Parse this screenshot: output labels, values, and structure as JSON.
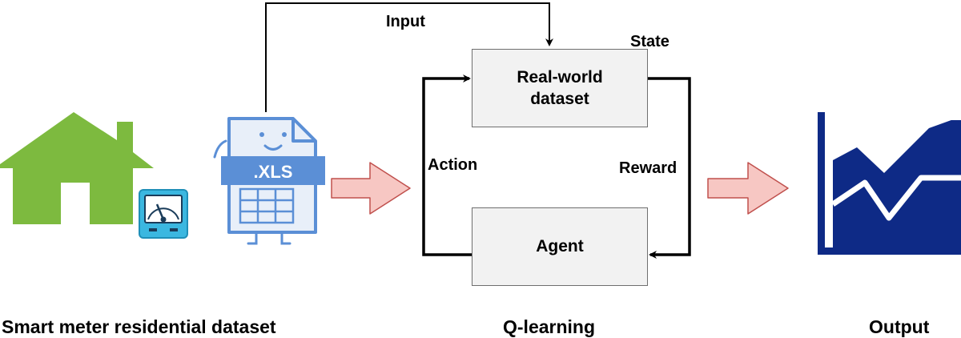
{
  "flow": {
    "input_label": "Input",
    "state_label": "State",
    "action_label": "Action",
    "reward_label": "Reward"
  },
  "boxes": {
    "environment": "Real-world dataset",
    "agent": "Agent"
  },
  "file_icon": {
    "extension_label": ".XLS"
  },
  "captions": {
    "left": "Smart meter residential dataset",
    "middle": "Q-learning",
    "right": "Output"
  },
  "colors": {
    "house": "#7dba3f",
    "meter": "#3bb7e0",
    "file": "#5b8fd6",
    "block_arrow_fill": "#f7c7c3",
    "block_arrow_stroke": "#c0504d",
    "chart": "#0e2a86",
    "box_fill": "#f2f2f2",
    "box_border": "#6f6f6f"
  },
  "icons": [
    "house-icon",
    "smart-meter-icon",
    "xls-file-icon",
    "area-chart-icon"
  ]
}
